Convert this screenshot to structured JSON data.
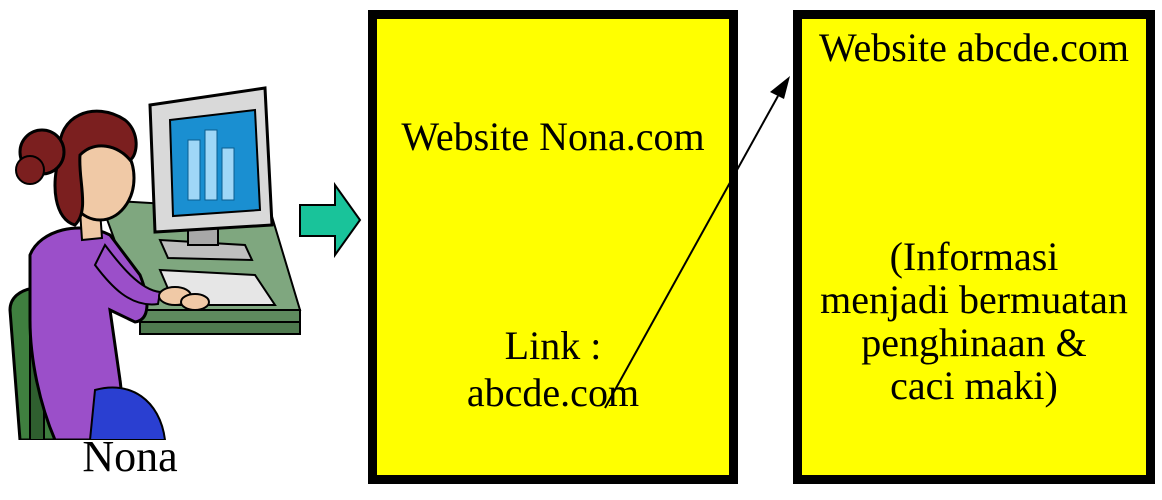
{
  "person": {
    "label": "Nona",
    "illustration_icon": "person-at-computer-clipart"
  },
  "flow_arrow_icon": "right-arrow-icon",
  "link_arrow_icon": "diagonal-arrow-icon",
  "boxes": {
    "left": {
      "title": "Website Nona.com",
      "link_line1": "Link :",
      "link_line2": "abcde.com"
    },
    "right": {
      "title": "Website abcde.com",
      "info_lines": [
        "(Informasi",
        "menjadi bermuatan",
        "penghinaan &",
        "caci maki)"
      ]
    }
  },
  "colors": {
    "box_fill": "#ffff00",
    "box_border": "#000000",
    "flow_arrow": "#19c39a",
    "monitor_screen": "#1a8fd1",
    "shirt": "#9b4fc9",
    "hair": "#7b1f1f",
    "chair": "#3f7f3f",
    "desk": "#7fa77f"
  }
}
